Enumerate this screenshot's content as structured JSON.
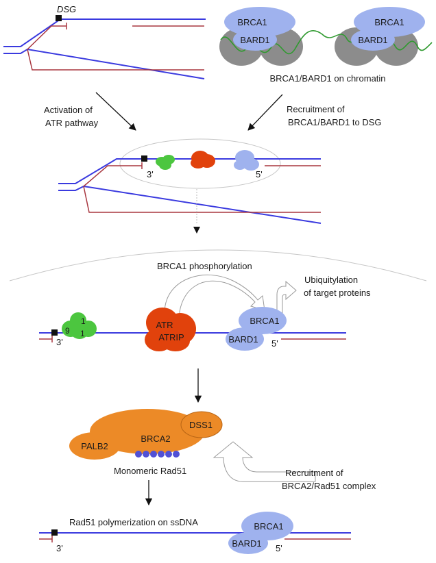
{
  "panel1": {
    "dsg_label": "DSG",
    "chromatin_label": "BRCA1/BARD1 on chromatin",
    "complex_left": {
      "brca1": "BRCA1",
      "bard1": "BARD1"
    },
    "complex_right": {
      "brca1": "BRCA1",
      "bard1": "BARD1"
    }
  },
  "arrows": {
    "left_label_line1": "Activation of",
    "left_label_line2": "ATR pathway",
    "right_label_line1": "Recruitment of",
    "right_label_line2": "BRCA1/BARD1 to DSG"
  },
  "panel2": {
    "end_3": "3'",
    "end_5": "5'"
  },
  "panel3": {
    "phospho_label": "BRCA1 phosphorylation",
    "ubiq_line1": "Ubiquitylation",
    "ubiq_line2": "of target proteins",
    "clamp_9": "9",
    "clamp_1a": "1",
    "clamp_1b": "1",
    "atr": "ATR",
    "atrip": "ATRIP",
    "brca1": "BRCA1",
    "bard1": "BARD1",
    "end_3": "3'",
    "end_5": "5'"
  },
  "panel4": {
    "brca2": "BRCA2",
    "dss1": "DSS1",
    "palb2": "PALB2",
    "monomeric": "Monomeric Rad51",
    "recruit_line1": "Recruitment of",
    "recruit_line2": "BRCA2/Rad51 complex",
    "polymer_label": "Rad51 polymerization on ssDNA",
    "brca1": "BRCA1",
    "bard1": "BARD1",
    "end_3": "3'",
    "end_5": "5'"
  },
  "colors": {
    "dna_blue": "#3a3adf",
    "dna_red": "#a8363f",
    "brca_lavender": "#9fb2ee",
    "histone_gray": "#8c8c8c",
    "atr_red": "#e1420c",
    "clamp_green": "#4cc63f",
    "brca2_orange": "#ec8a27",
    "rad51_purple": "#5151d6",
    "chromatin_green": "#2f9a2f"
  }
}
